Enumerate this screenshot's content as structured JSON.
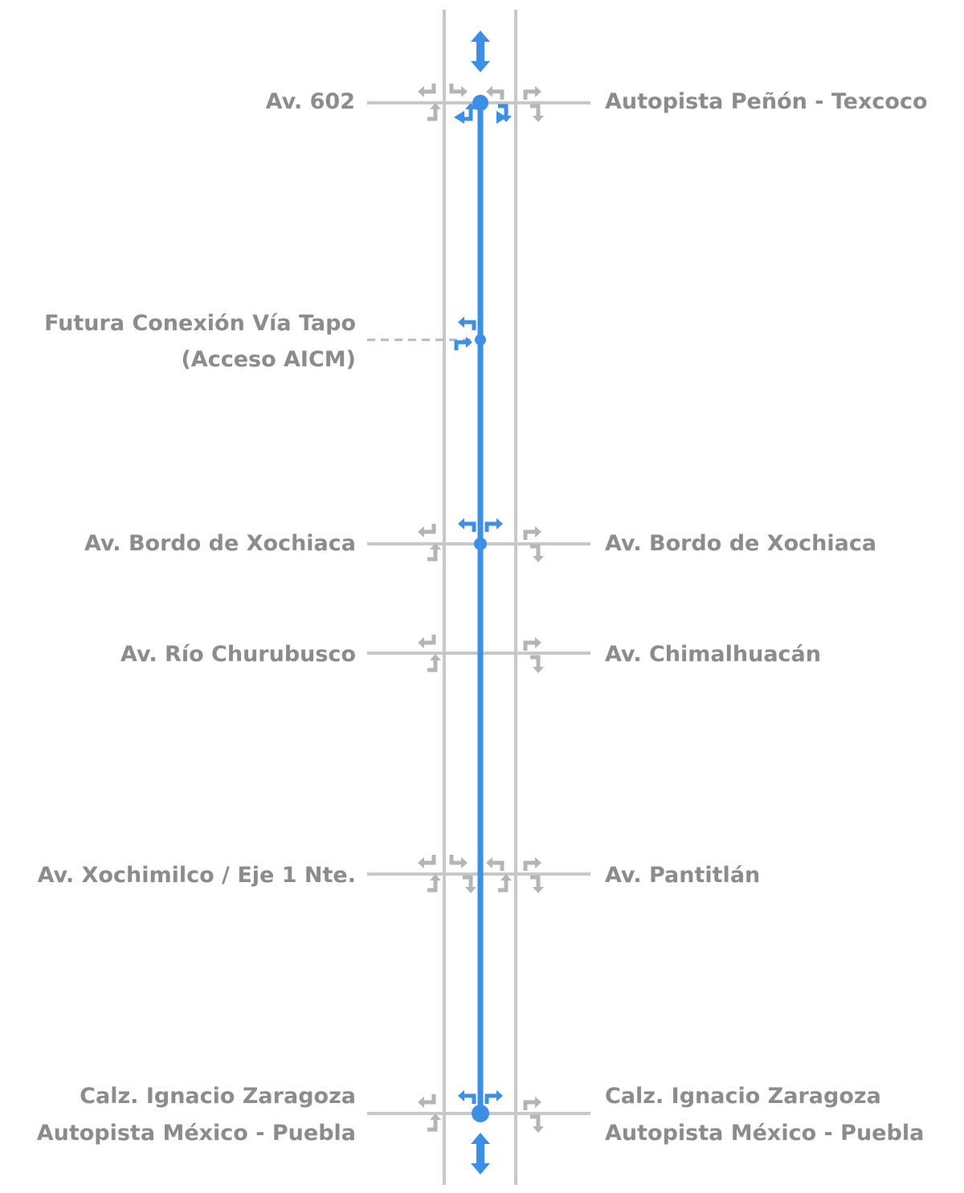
{
  "diagram": {
    "colors": {
      "route": "#3d8fe6",
      "road": "#c8c8c8",
      "arrow_gray": "#b5b5b5",
      "arrow_blue": "#3d8fe6",
      "label": "#8c8c8c"
    },
    "intersections": [
      {
        "left": "Av. 602",
        "right": "Autopista Peñón - Texcoco"
      },
      {
        "left": [
          "Futura Conexión Vía Tapo",
          "(Acceso AICM)"
        ],
        "right": ""
      },
      {
        "left": "Av. Bordo de Xochiaca",
        "right": "Av. Bordo de Xochiaca"
      },
      {
        "left": "Av. Río Churubusco",
        "right": "Av. Chimalhuacán"
      },
      {
        "left": "Av. Xochimilco / Eje 1 Nte.",
        "right": "Av. Pantitlán"
      },
      {
        "left": [
          "Calz. Ignacio Zaragoza",
          "Autopista México - Puebla"
        ],
        "right": [
          "Calz. Ignacio Zaragoza",
          "Autopista México - Puebla"
        ]
      }
    ]
  }
}
